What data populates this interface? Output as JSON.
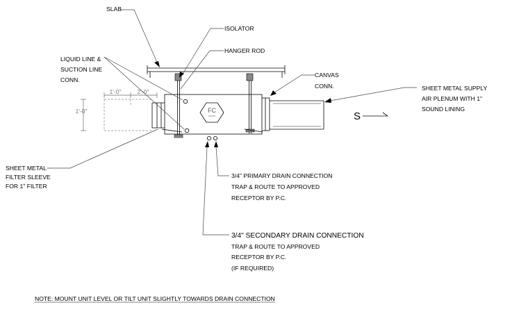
{
  "labels": {
    "slab": "SLAB",
    "isolator": "ISOLATOR",
    "hanger_rod": "HANGER ROD",
    "liquid_line_1": "LIQUID LINE &",
    "liquid_line_2": "SUCTION LINE",
    "liquid_line_3": "CONN.",
    "canvas_1": "CANVAS",
    "canvas_2": "CONN.",
    "supply_1": "SHEET METAL SUPPLY",
    "supply_2": "AIR PLENUM WITH 1\"",
    "supply_3": "SOUND LINING",
    "filter_1": "SHEET METAL",
    "filter_2": "FILTER SLEEVE",
    "filter_3": "FOR 1\" FILTER",
    "primary_1": "3/4\" PRIMARY DRAIN CONNECTION",
    "primary_2": "TRAP & ROUTE TO APPROVED",
    "primary_3": "RECEPTOR BY P.C.",
    "secondary_1": "3/4\" SECONDARY DRAIN CONNECTION",
    "secondary_2": "TRAP & ROUTE TO APPROVED",
    "secondary_3": "RECEPTOR BY P.C.",
    "secondary_4": "(IF REQUIRED)",
    "fc": "FC",
    "flow_letter": "S",
    "dim_1": "1'-0\"",
    "dim_2": "2'-0\"",
    "dim_3": "1'-0\""
  },
  "note": "NOTE:  MOUNT UNIT LEVEL OR TILT UNIT SLIGHTLY TOWARDS DRAIN CONNECTION"
}
